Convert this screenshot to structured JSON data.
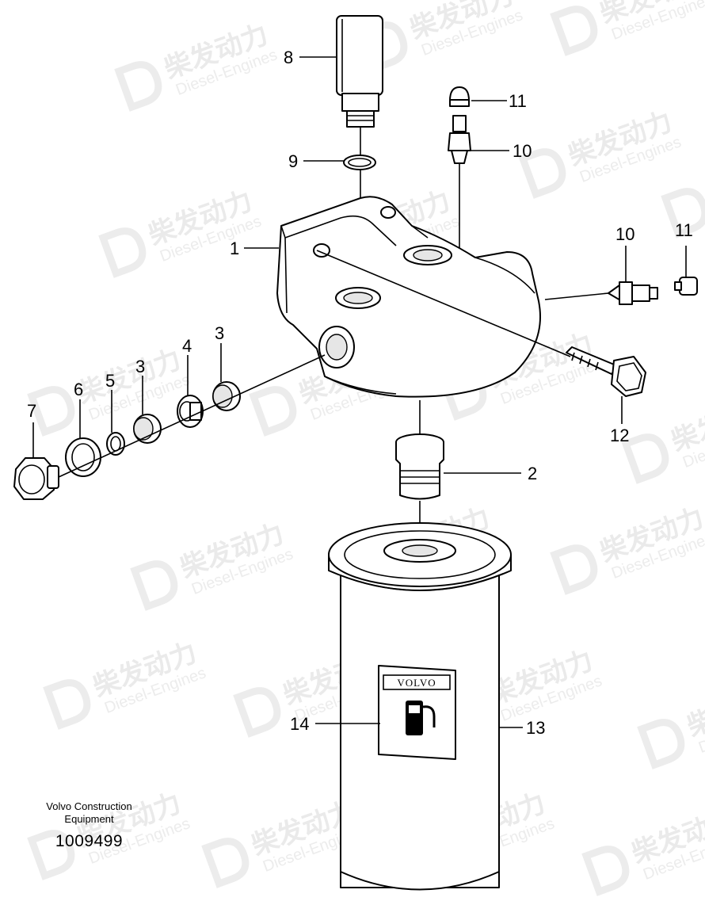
{
  "watermark": {
    "cn": "柴发动力",
    "en": "Diesel-Engines"
  },
  "diagram": {
    "callouts": [
      "1",
      "2",
      "3",
      "3",
      "3",
      "4",
      "5",
      "6",
      "7",
      "8",
      "9",
      "10",
      "10",
      "11",
      "11",
      "12",
      "13",
      "14"
    ],
    "filter_label": "VOLVO"
  },
  "caption": {
    "line1": "Volvo Construction",
    "line2": "Equipment",
    "number": "1009499"
  }
}
